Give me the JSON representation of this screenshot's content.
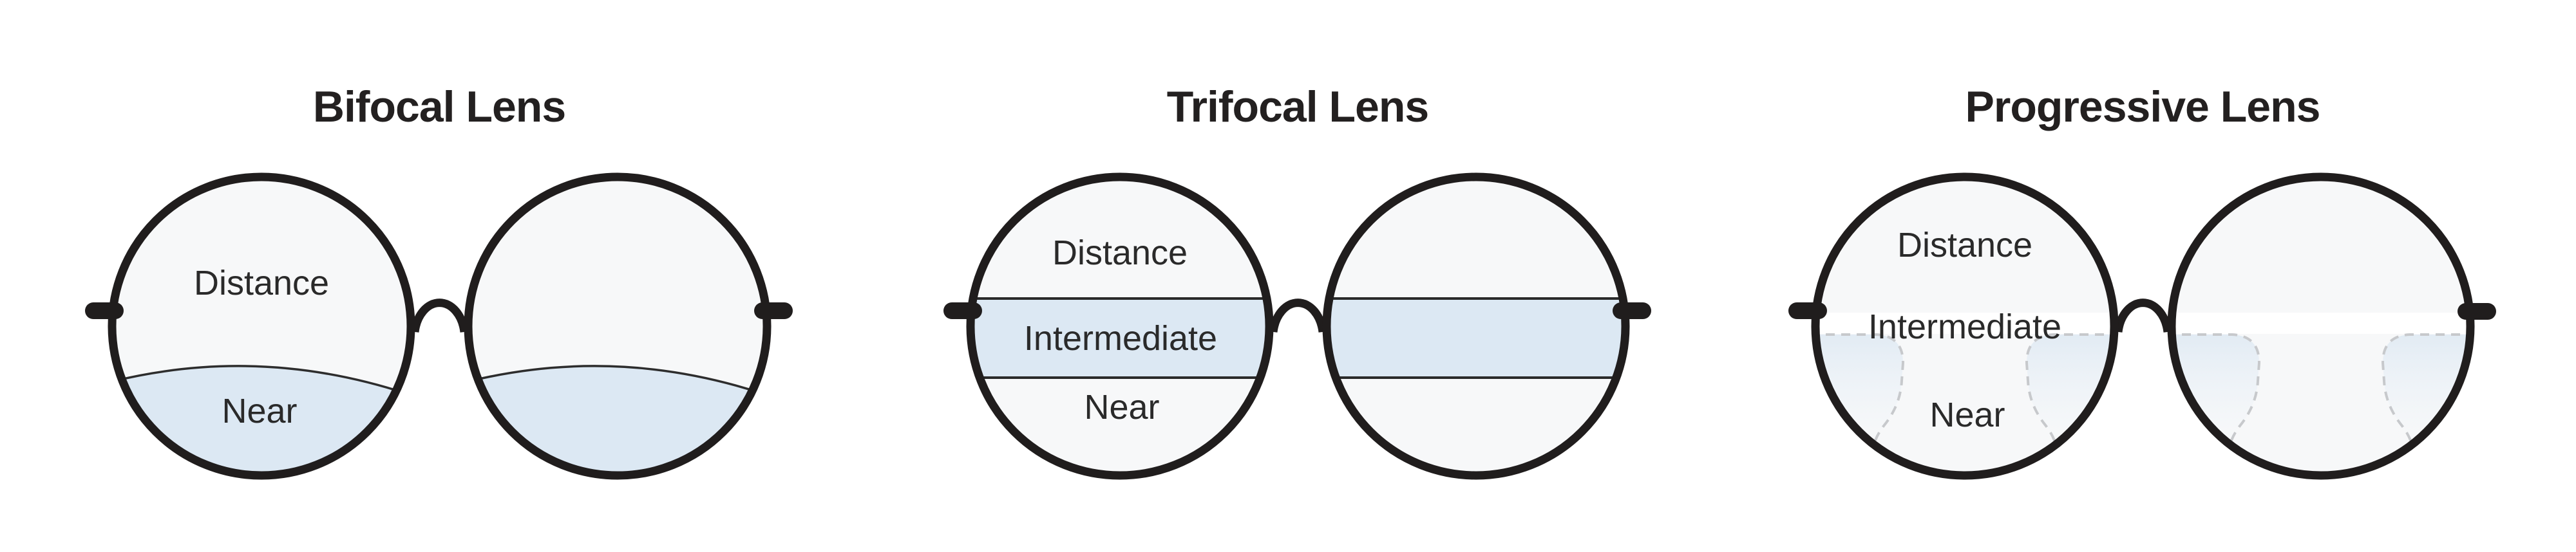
{
  "palette": {
    "background": "#ffffff",
    "frame": "#201d1d",
    "lens_fill": "#f7f8f9",
    "zone_blue": "#dce8f3",
    "dashed_gray": "#c7c9cc",
    "label_text": "#2a2a2a",
    "title_text": "#232020"
  },
  "panels": [
    {
      "title": "Bifocal Lens",
      "labels": {
        "distance": "Distance",
        "near": "Near"
      }
    },
    {
      "title": "Trifocal Lens",
      "labels": {
        "distance": "Distance",
        "intermediate": "Intermediate",
        "near": "Near"
      }
    },
    {
      "title": "Progressive Lens",
      "labels": {
        "distance": "Distance",
        "intermediate": "Intermediate",
        "near": "Near"
      }
    }
  ]
}
